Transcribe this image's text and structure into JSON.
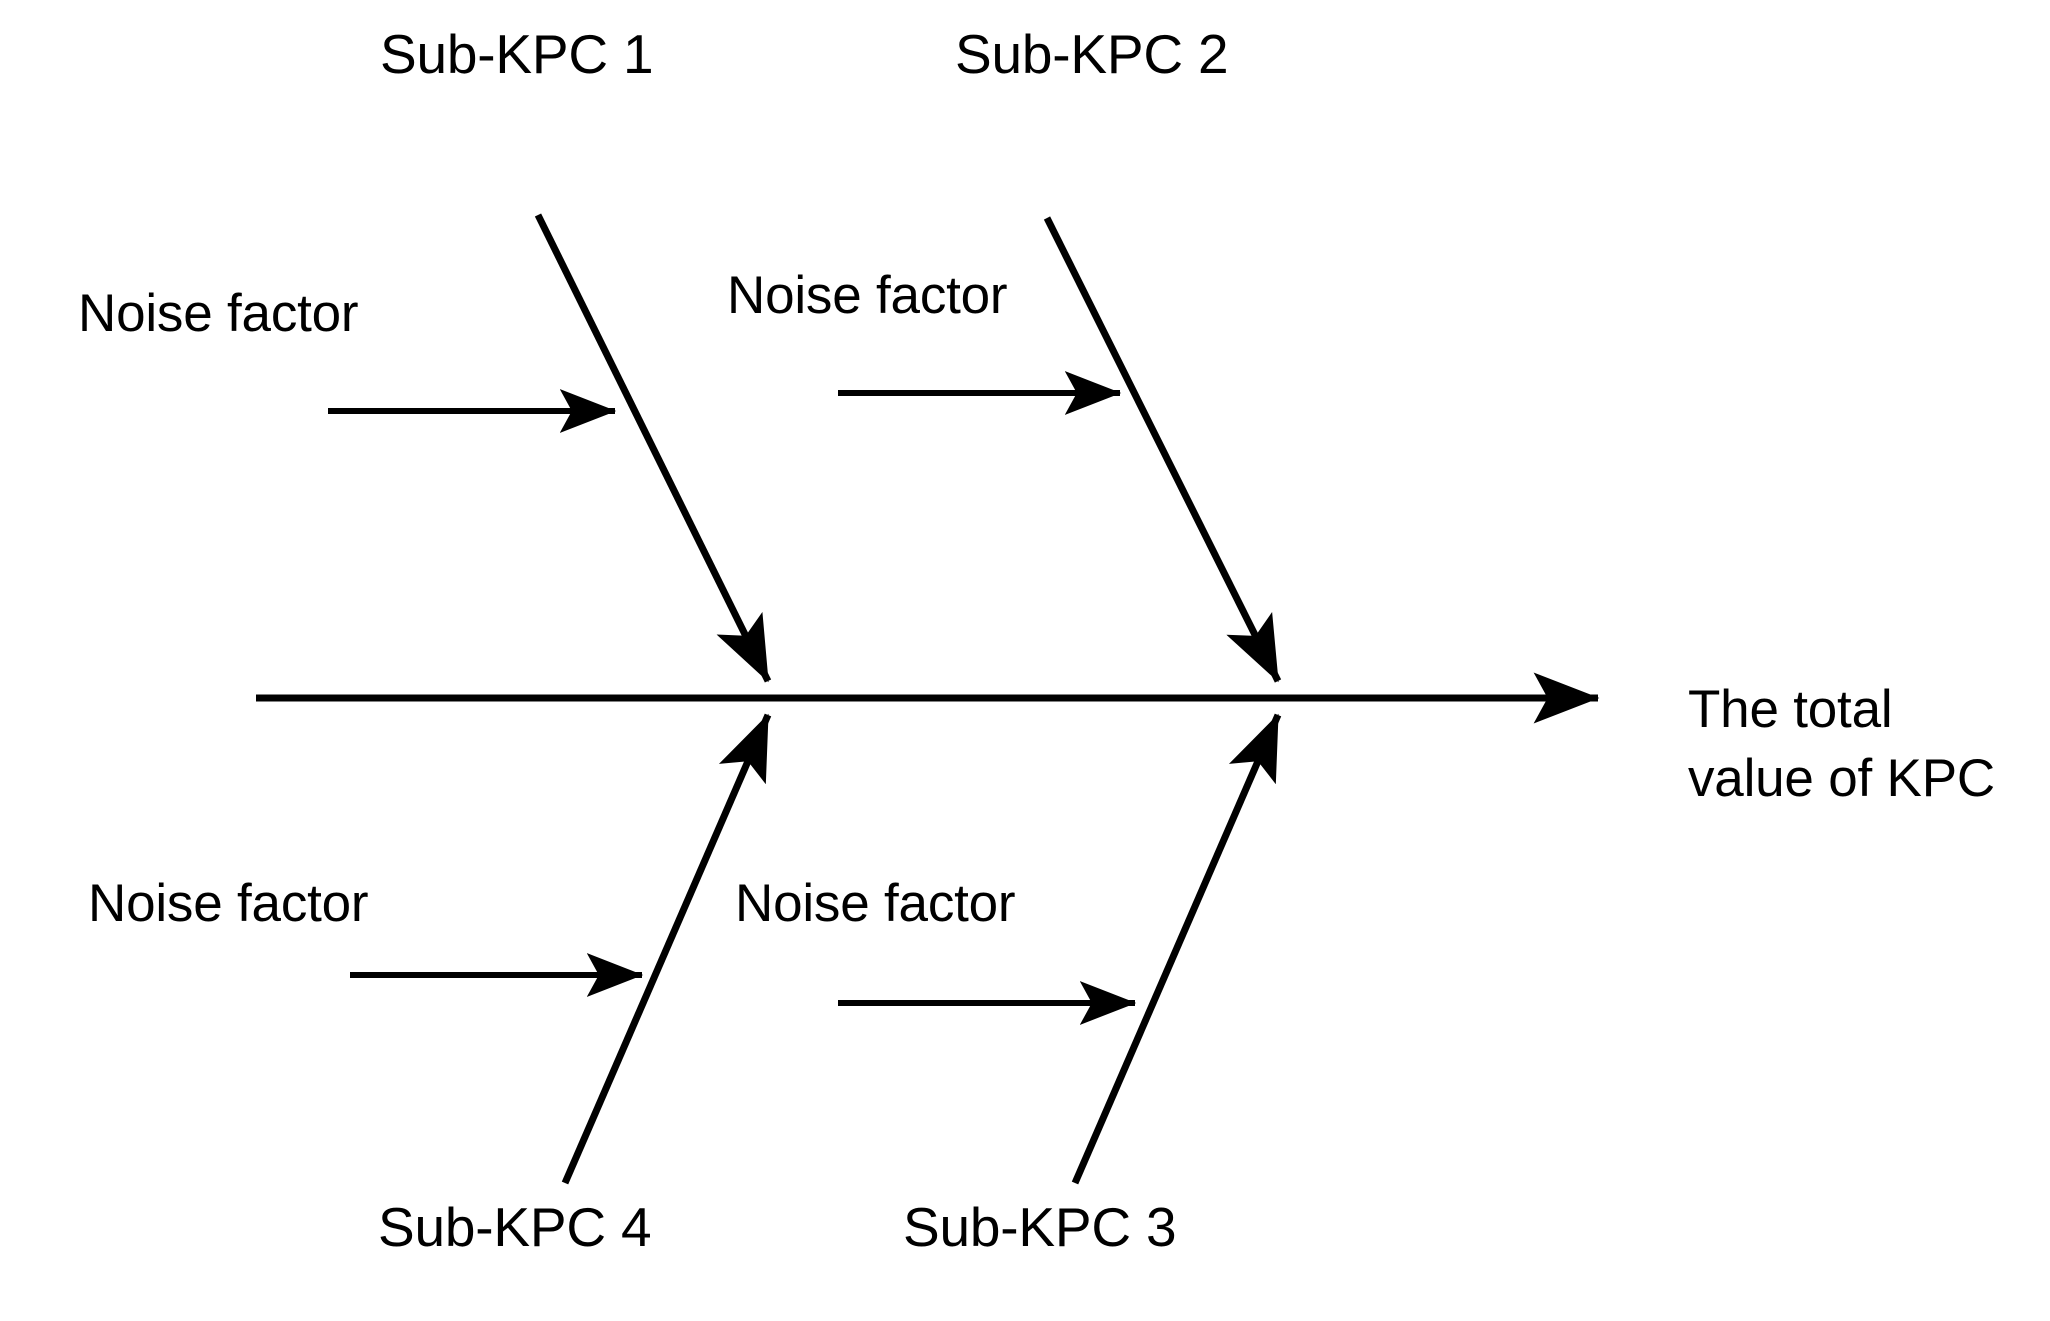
{
  "diagram": {
    "type": "fishbone-ishikawa",
    "title_text": "",
    "background_color": "#ffffff",
    "line_color": "#000000",
    "text_color": "#000000",
    "effect": {
      "label": "The total\nvalue of KPC"
    },
    "branches": [
      {
        "id": "sub-kpc-1",
        "label": "Sub-KPC 1",
        "position": "top-left",
        "noise_factor_label": "Noise factor"
      },
      {
        "id": "sub-kpc-2",
        "label": "Sub-KPC 2",
        "position": "top-right",
        "noise_factor_label": "Noise factor"
      },
      {
        "id": "sub-kpc-3",
        "label": "Sub-KPC 3",
        "position": "bottom-right",
        "noise_factor_label": "Noise factor"
      },
      {
        "id": "sub-kpc-4",
        "label": "Sub-KPC 4",
        "position": "bottom-left",
        "noise_factor_label": "Noise factor"
      }
    ],
    "noise_labels": {
      "top_left": "Noise factor",
      "top_right": "Noise factor",
      "bottom_left": "Noise factor",
      "bottom_right": "Noise factor"
    }
  },
  "chart_data": {
    "type": "diagram",
    "subtype": "fishbone",
    "title": "",
    "effect_node": "The total value of KPC",
    "categories": [
      "Sub-KPC 1",
      "Sub-KPC 2",
      "Sub-KPC 3",
      "Sub-KPC 4"
    ],
    "cause_nodes": [
      {
        "branch": "Sub-KPC 1",
        "causes": [
          "Noise factor"
        ]
      },
      {
        "branch": "Sub-KPC 2",
        "causes": [
          "Noise factor"
        ]
      },
      {
        "branch": "Sub-KPC 3",
        "causes": [
          "Noise factor"
        ]
      },
      {
        "branch": "Sub-KPC 4",
        "causes": [
          "Noise factor"
        ]
      }
    ],
    "legend": [],
    "grid": false
  }
}
